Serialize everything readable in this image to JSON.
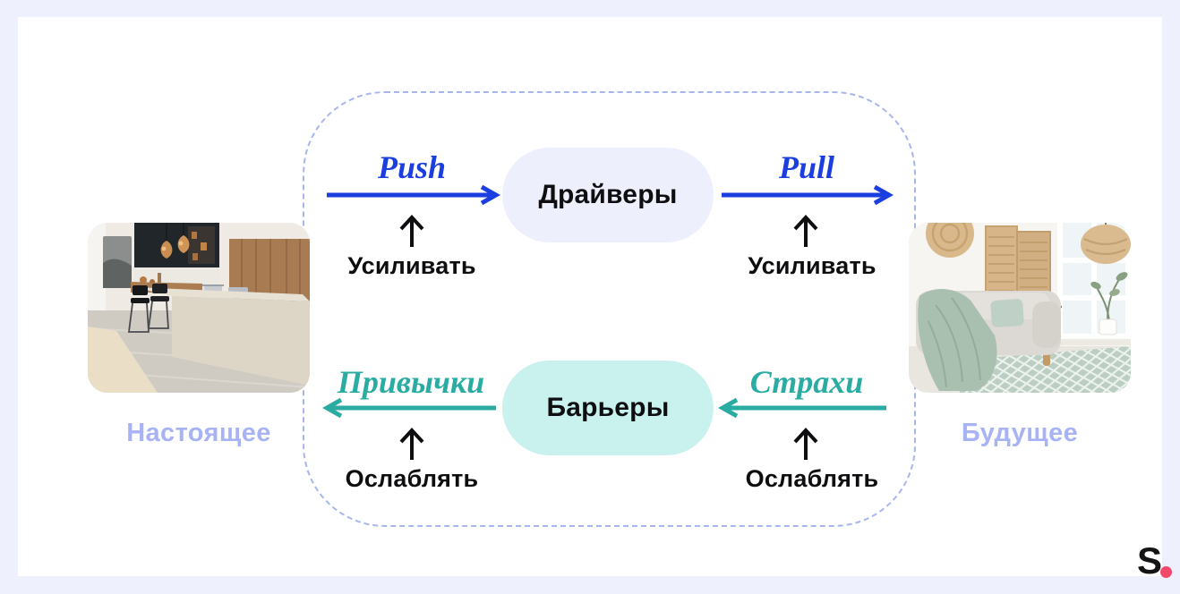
{
  "colors": {
    "page_background": "#EEF0FD",
    "card_background": "#FFFFFF",
    "dashed_border": "#A8B6EF",
    "blue_accent": "#1B3EE0",
    "teal_accent": "#2BACA2",
    "drivers_pill_fill": "#EDEFFC",
    "barriers_pill_fill": "#C9F2EE",
    "caption_periwinkle": "#A8B3F5",
    "text_black": "#0E0E10",
    "logo_pink": "#F4476C"
  },
  "present": {
    "caption": "Настоящее",
    "image": "kitchen-photo"
  },
  "future": {
    "caption": "Будущее",
    "image": "living-room-photo"
  },
  "diagram": {
    "drivers": {
      "push_label": "Push",
      "pull_label": "Pull",
      "node_label": "Драйверы",
      "action_left": "Усиливать",
      "action_right": "Усиливать"
    },
    "barriers": {
      "habits_label": "Привычки",
      "fears_label": "Страхи",
      "node_label": "Барьеры",
      "action_left": "Ослаблять",
      "action_right": "Ослаблять"
    }
  },
  "icons": {
    "push_arrow": "arrow-right",
    "pull_arrow": "arrow-right",
    "habits_arrow": "arrow-left",
    "fears_arrow": "arrow-left",
    "up_arrow": "arrow-up"
  },
  "logo": {
    "letter": "S"
  }
}
